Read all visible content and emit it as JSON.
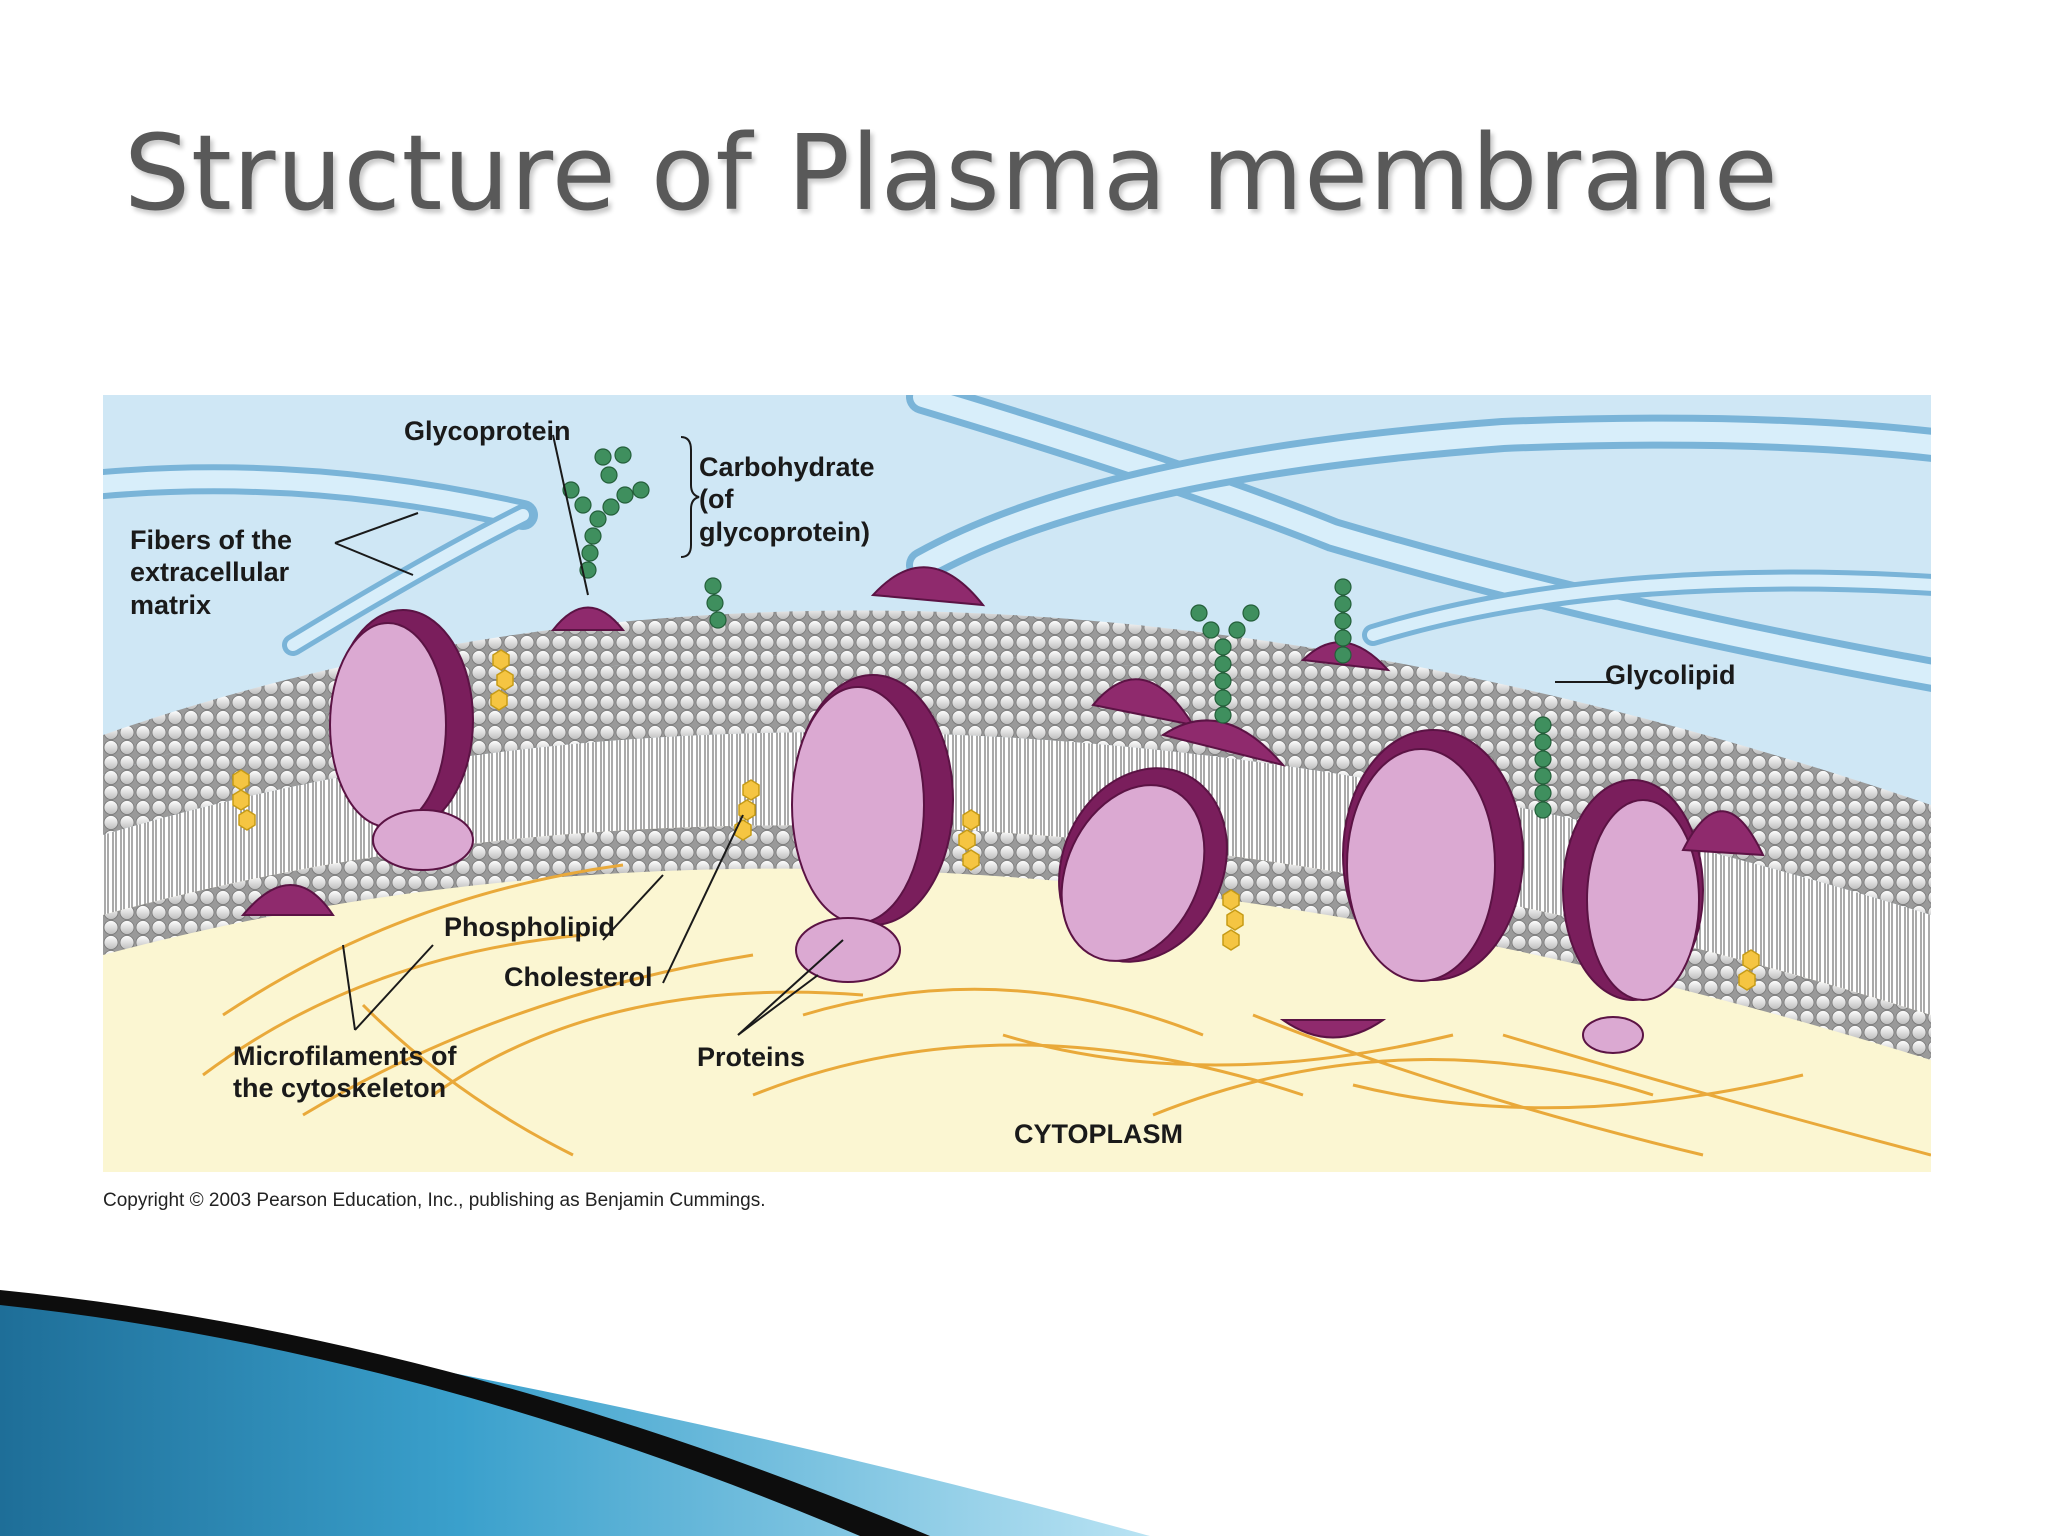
{
  "slide": {
    "title": "Structure of Plasma membrane"
  },
  "diagram": {
    "labels": {
      "glycoprotein": "Glycoprotein",
      "carbohydrate": "Carbohydrate\n(of\nglycoprotein)",
      "fibers": "Fibers of the\nextracellular\nmatrix",
      "glycolipid": "Glycolipid",
      "phospholipid": "Phospholipid",
      "cholesterol": "Cholesterol",
      "microfilaments": "Microfilaments of\nthe cytoskeleton",
      "proteins": "Proteins",
      "cytoplasm": "CYTOPLASM"
    },
    "copyright": "Copyright © 2003 Pearson Education, Inc., publishing as Benjamin Cummings."
  },
  "colors": {
    "extracellular": "#cfe7f5",
    "cytoplasm": "#fbf6d2",
    "protein_light": "#dba9d2",
    "protein_dark": "#7a1e5c",
    "glyco_green": "#3f8f5e",
    "cholesterol": "#f5c542",
    "microfilament": "#e9a93a",
    "fiber": "#9fcbe6",
    "phospholipid_head": "#f2f2f2",
    "swoosh_blue": "#2a86b0"
  }
}
